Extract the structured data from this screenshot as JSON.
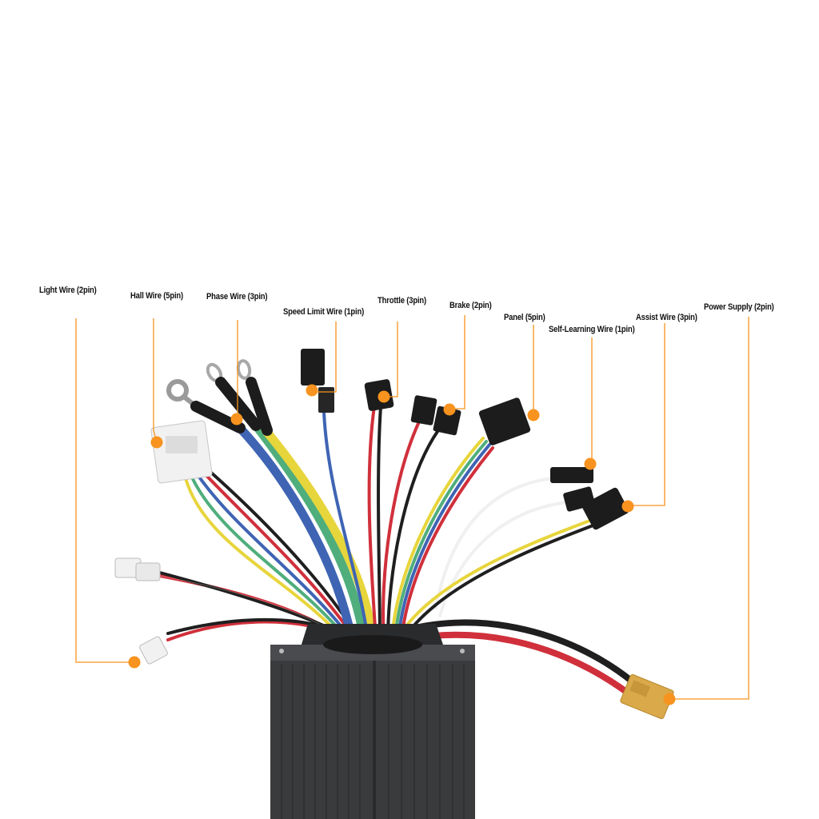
{
  "labels": {
    "light": "Light Wire (2pin)",
    "hall": "Hall Wire (5pin)",
    "phase": "Phase Wire (3pin)",
    "speed_limit": "Speed Limit Wire (1pin)",
    "throttle": "Throttle (3pin)",
    "brake": "Brake (2pin)",
    "panel": "Panel (5pin)",
    "self_learning": "Self-Learning Wire (1pin)",
    "assist": "Assist Wire (3pin)",
    "power_supply": "Power Supply (2pin)"
  },
  "colors": {
    "callout": "#f7931e",
    "case": "#3a3b3d",
    "connector_black": "#1c1c1c",
    "connector_white": "#f1f1f1",
    "xt60": "#d9a94a",
    "wire_red": "#d0303b",
    "wire_black": "#1f1f1f",
    "wire_yellow": "#e7d53c",
    "wire_green": "#4fae7c",
    "wire_blue": "#3f64b4",
    "wire_white": "#f0f0f0"
  }
}
